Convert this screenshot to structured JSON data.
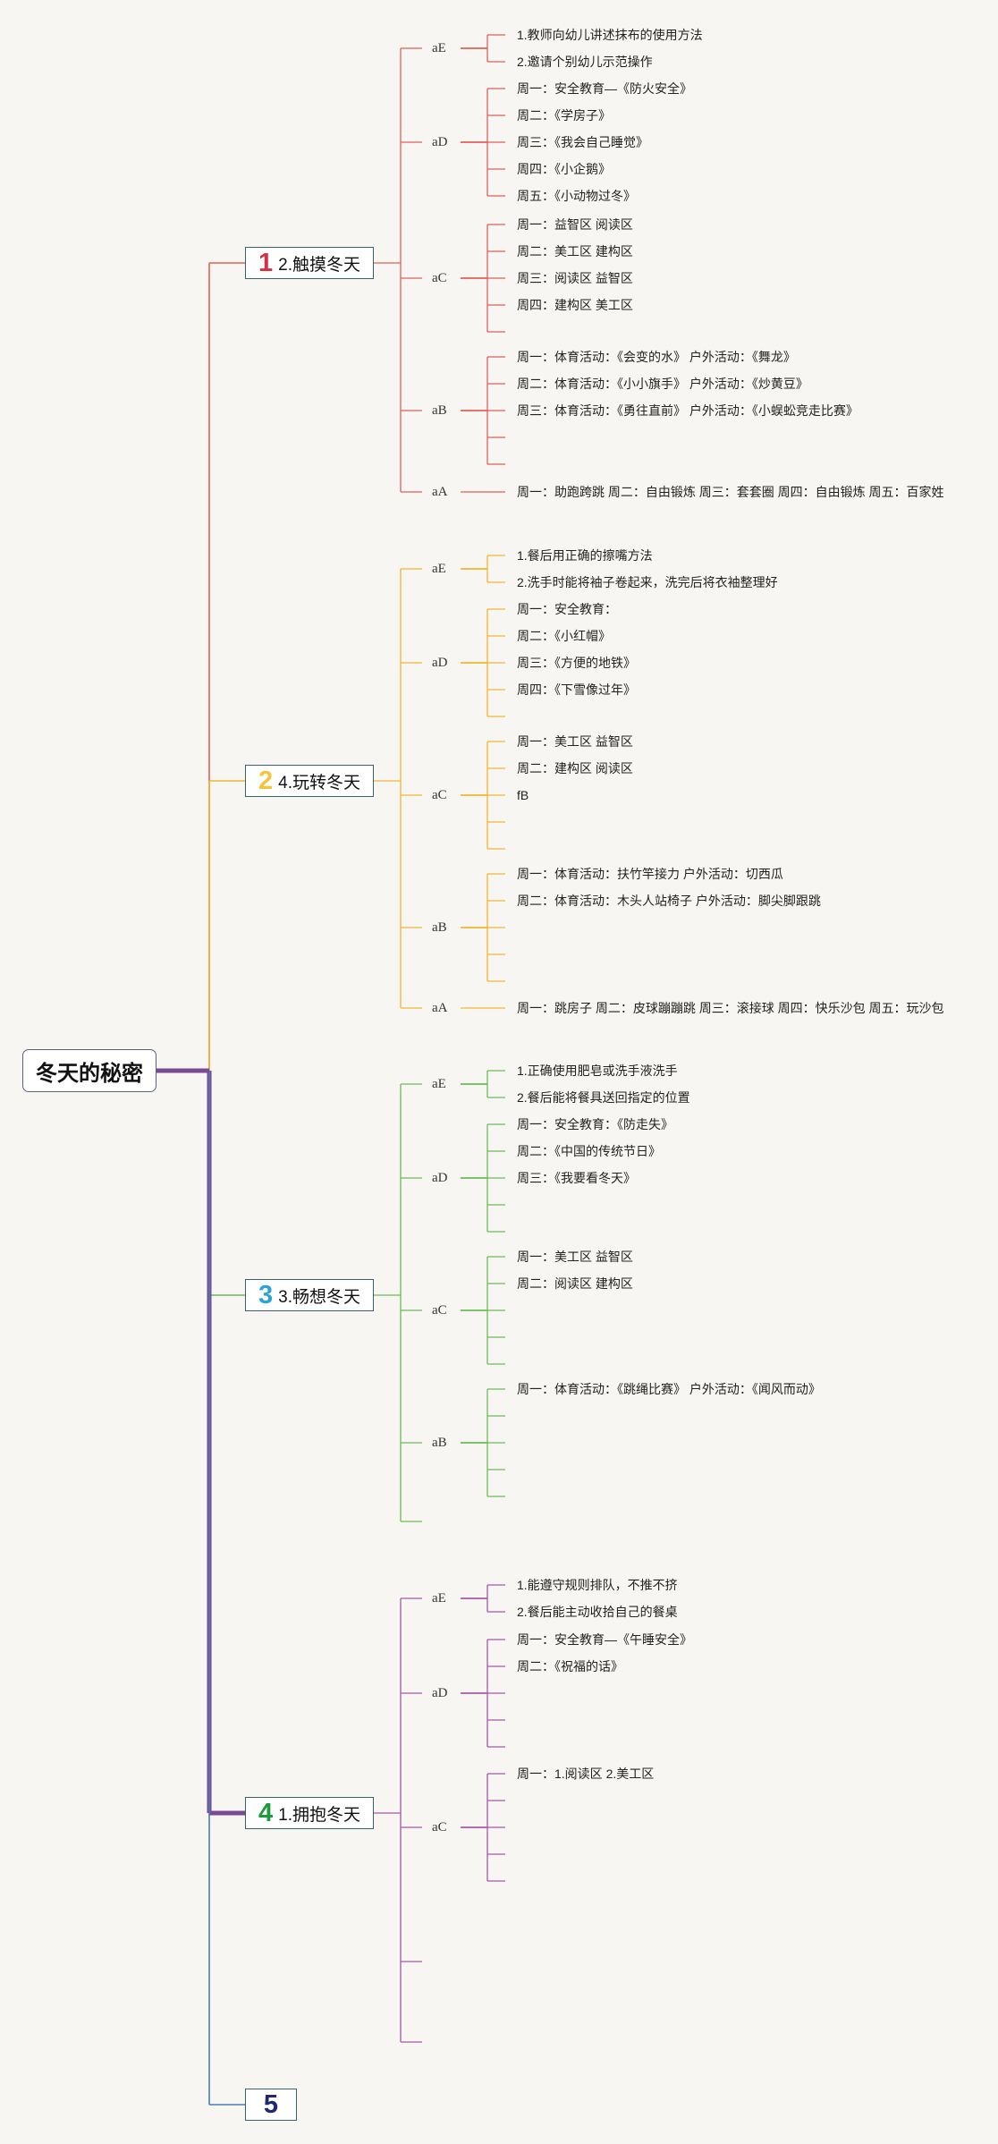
{
  "root": {
    "label": "冬天的秘密"
  },
  "branches": [
    {
      "number": "1",
      "label": "2.触摸冬天",
      "color": "#e0605a",
      "number_color": "#d63040",
      "subs": [
        {
          "label": "aE",
          "leaves": [
            "1.教师向幼儿讲述抹布的使用方法",
            "2.邀请个别幼儿示范操作"
          ]
        },
        {
          "label": "aD",
          "leaves": [
            "周一：安全教育—《防火安全》",
            "周二：《学房子》",
            "周三：《我会自己睡觉》",
            "周四：《小企鹅》",
            "周五：《小动物过冬》"
          ]
        },
        {
          "label": "aC",
          "leaves": [
            "周一：益智区 阅读区",
            "周二：美工区 建构区",
            "周三：阅读区 益智区",
            "周四：建构区 美工区",
            ""
          ]
        },
        {
          "label": "aB",
          "leaves": [
            "周一：体育活动：《会变的水》 户外活动：《舞龙》",
            "周二：体育活动：《小小旗手》 户外活动：《炒黄豆》",
            "周三：体育活动：《勇往直前》 户外活动：《小蜈蚣竞走比赛》",
            "",
            ""
          ]
        },
        {
          "label": "aA",
          "leaves": [
            "周一：助跑跨跳 周二：自由锻炼 周三：套套圈 周四：自由锻炼 周五：百家姓"
          ]
        }
      ]
    },
    {
      "number": "2",
      "label": "4.玩转冬天",
      "color": "#f2b632",
      "number_color": "#f2c53d",
      "subs": [
        {
          "label": "aE",
          "leaves": [
            "1.餐后用正确的擦嘴方法",
            "2.洗手时能将袖子卷起来，洗完后将衣袖整理好"
          ]
        },
        {
          "label": "aD",
          "leaves": [
            "周一：安全教育：",
            "周二：《小红帽》",
            "周三：《方便的地铁》",
            "周四：《下雪像过年》",
            ""
          ]
        },
        {
          "label": "aC",
          "leaves": [
            "周一：美工区 益智区",
            "周二：建构区 阅读区",
            "fB",
            "",
            ""
          ]
        },
        {
          "label": "aB",
          "leaves": [
            "周一：体育活动：扶竹竿接力 户外活动：切西瓜",
            "周二：体育活动：木头人站椅子 户外活动：脚尖脚跟跳",
            "",
            "",
            ""
          ]
        },
        {
          "label": "aA",
          "leaves": [
            "周一：跳房子 周二：皮球蹦蹦跳 周三：滚接球 周四：快乐沙包 周五：玩沙包"
          ]
        }
      ]
    },
    {
      "number": "3",
      "label": "3.畅想冬天",
      "color": "#6dbb58",
      "number_color": "#2aa3d8",
      "subs": [
        {
          "label": "aE",
          "leaves": [
            "1.正确使用肥皂或洗手液洗手",
            "2.餐后能将餐具送回指定的位置"
          ]
        },
        {
          "label": "aD",
          "leaves": [
            "周一：安全教育：《防走失》",
            "周二：《中国的传统节日》",
            "周三：《我要看冬天》",
            "",
            ""
          ]
        },
        {
          "label": "aC",
          "leaves": [
            "周一：美工区 益智区",
            "周二：阅读区 建构区",
            "",
            "",
            ""
          ]
        },
        {
          "label": "aB",
          "leaves": [
            "周一：体育活动：《跳绳比赛》 户外活动：《闻风而动》",
            "",
            "",
            "",
            ""
          ]
        },
        {
          "label": "",
          "leaves": []
        }
      ]
    },
    {
      "number": "4",
      "label": "1.拥抱冬天",
      "color": "#a45aa6",
      "number_color": "#1e9a3c",
      "subs": [
        {
          "label": "aE",
          "leaves": [
            "1.能遵守规则排队，不推不挤",
            "2.餐后能主动收拾自己的餐桌"
          ]
        },
        {
          "label": "aD",
          "leaves": [
            "周一：安全教育—《午睡安全》",
            "周二：《祝福的话》",
            "",
            "",
            ""
          ]
        },
        {
          "label": "aC",
          "leaves": [
            "周一：1.阅读区 2.美工区",
            "",
            "",
            "",
            ""
          ]
        },
        {
          "label": "",
          "leaves": []
        },
        {
          "label": "",
          "leaves": []
        }
      ]
    },
    {
      "number": "5",
      "label": "",
      "color": "#4a7fb5",
      "number_color": "#1e2a6e",
      "subs": []
    }
  ],
  "trunk_color": "#7a4a96"
}
